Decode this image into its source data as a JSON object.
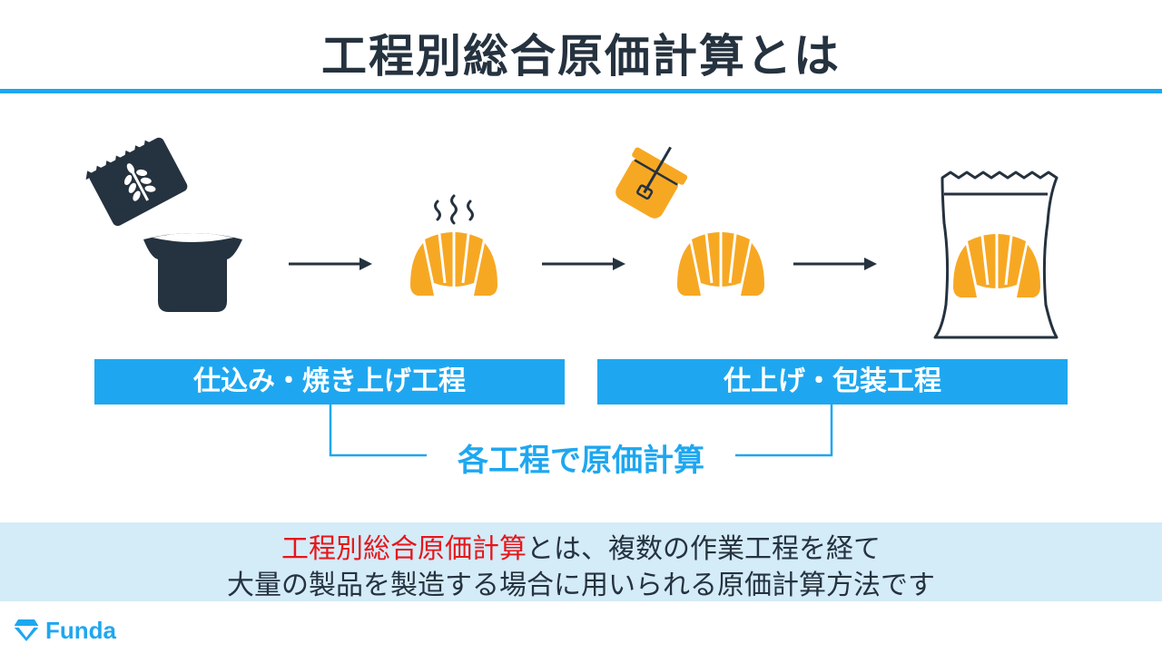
{
  "title": "工程別総合原価計算とは",
  "stages": [
    {
      "label": "仕込み・焼き上げ工程"
    },
    {
      "label": "仕上げ・包装工程"
    }
  ],
  "bracket_label": "各工程で原価計算",
  "summary": {
    "highlight": "工程別総合原価計算",
    "line1_rest": "とは、複数の作業工程を経て",
    "line2": "大量の製品を製造する場合に用いられる原価計算方法です"
  },
  "brand": "Funda",
  "colors": {
    "accent": "#1ea7f0",
    "dark": "#25323f",
    "highlight": "#e6161a",
    "croissant": "#f7a823",
    "summary_bg": "#d4ebf8"
  },
  "icons": [
    "flour-bag-icon",
    "mixing-bowl-icon",
    "steaming-croissant-icon",
    "honey-jar-icon",
    "croissant-icon",
    "packaged-croissant-icon"
  ]
}
